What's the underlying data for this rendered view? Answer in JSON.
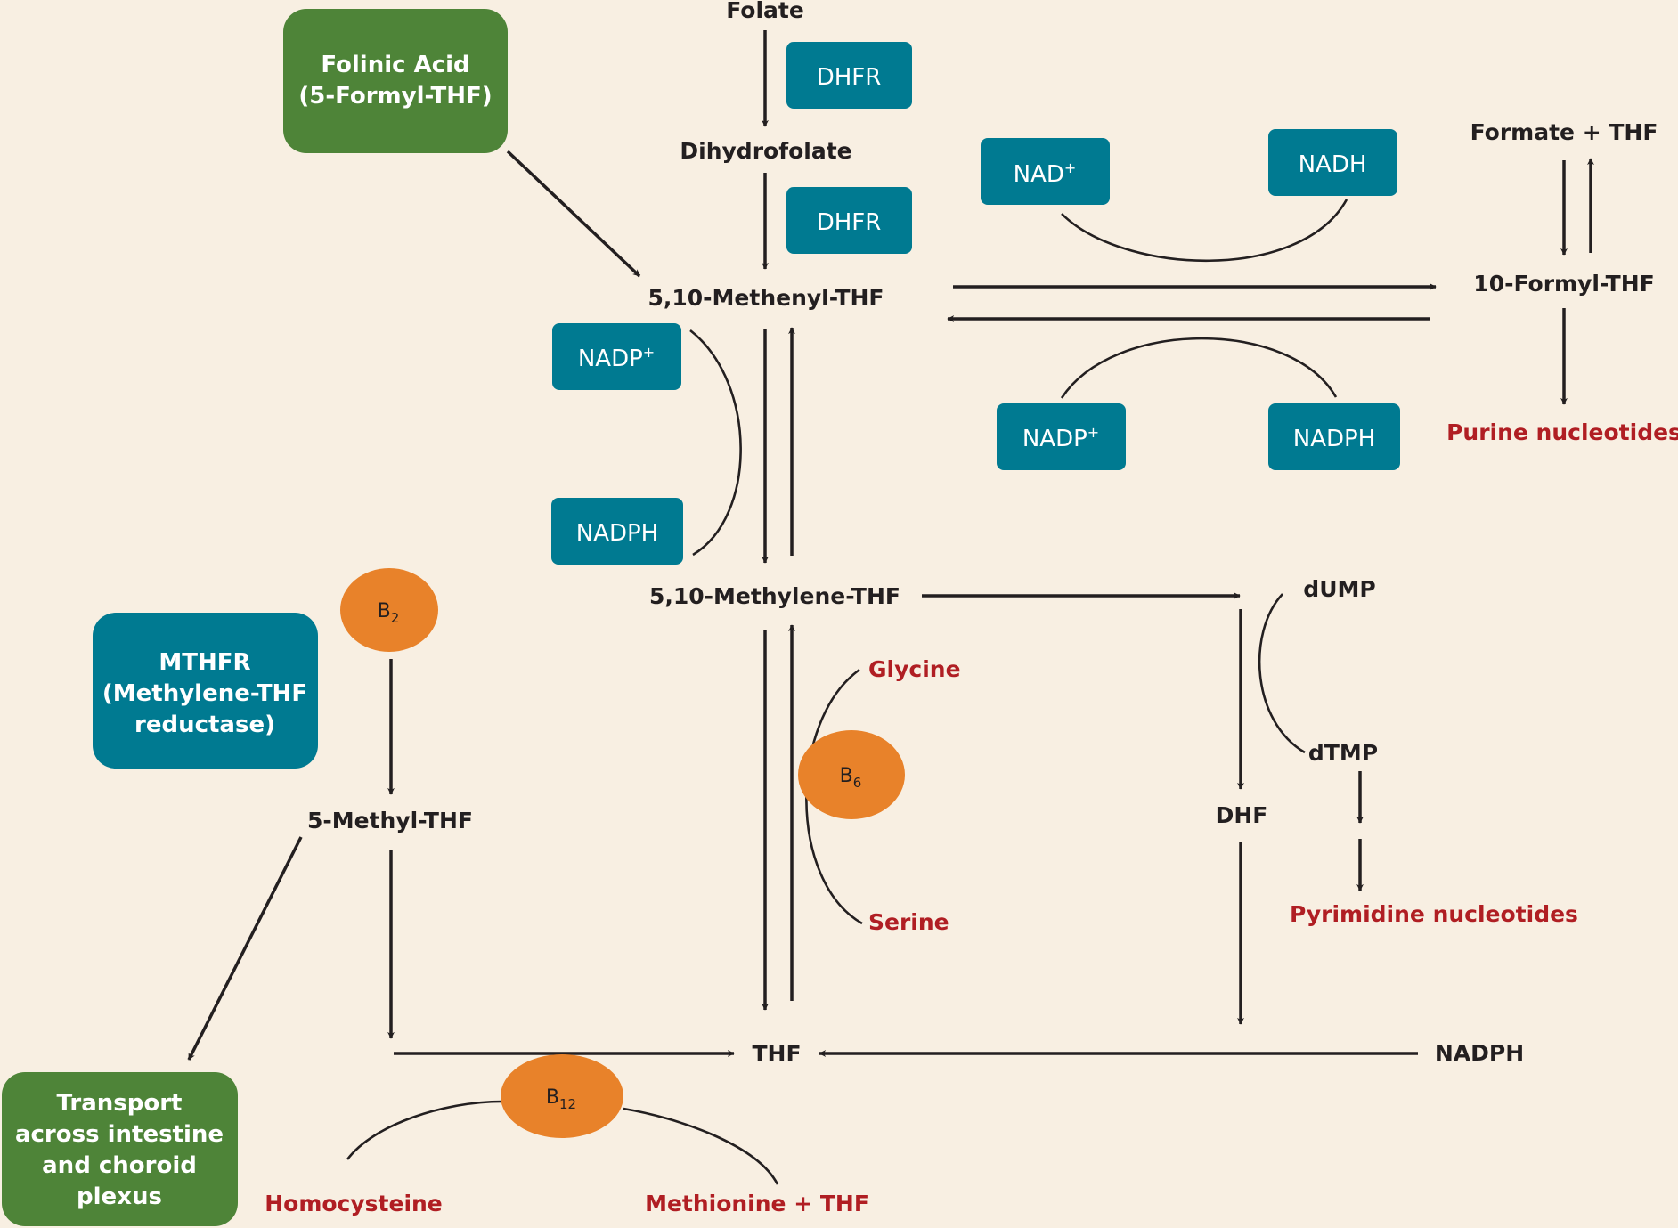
{
  "colors": {
    "background": "#f8efe2",
    "teal": "#007a91",
    "green": "#4e8438",
    "orange": "#e8822a",
    "red_text": "#b01e23",
    "dark_text": "#231f20"
  },
  "boxes": {
    "folinic_acid": [
      "Folinic Acid",
      "(5-Formyl-THF)"
    ],
    "mthfr": [
      "MTHFR",
      "(Methylene-THF",
      "reductase)"
    ],
    "transport": [
      "Transport",
      "across intestine",
      "and choroid",
      "plexus"
    ]
  },
  "enzymes": {
    "dhfr_1": "DHFR",
    "dhfr_2": "DHFR",
    "nad_plus": {
      "base": "NAD",
      "sup": "+"
    },
    "nadh": "NADH",
    "nadp_plus_top": {
      "base": "NADP",
      "sup": "+"
    },
    "nadph_top": "NADPH",
    "nadp_plus_left": {
      "base": "NADP",
      "sup": "+"
    },
    "nadph_left": "NADPH"
  },
  "vitamins": {
    "b2": {
      "base": "B",
      "sub": "2"
    },
    "b6": {
      "base": "B",
      "sub": "6"
    },
    "b12": {
      "base": "B",
      "sub": "12"
    }
  },
  "metabolites": {
    "folate": "Folate",
    "dihydrofolate": "Dihydrofolate",
    "methenyl_thf": "5,10-Methenyl-THF",
    "formate_thf": "Formate + THF",
    "formyl_thf": "10-Formyl-THF",
    "methylene_thf": "5,10-Methylene-THF",
    "dump": "dUMP",
    "dtmp": "dTMP",
    "dhf": "DHF",
    "methyl_thf": "5-Methyl-THF",
    "thf": "THF",
    "nadph_right": "NADPH"
  },
  "outputs": {
    "purine": "Purine nucleotides",
    "pyrimidine": "Pyrimidine nucleotides",
    "glycine": "Glycine",
    "serine": "Serine",
    "homocysteine": "Homocysteine",
    "methionine_thf": "Methionine + THF"
  }
}
